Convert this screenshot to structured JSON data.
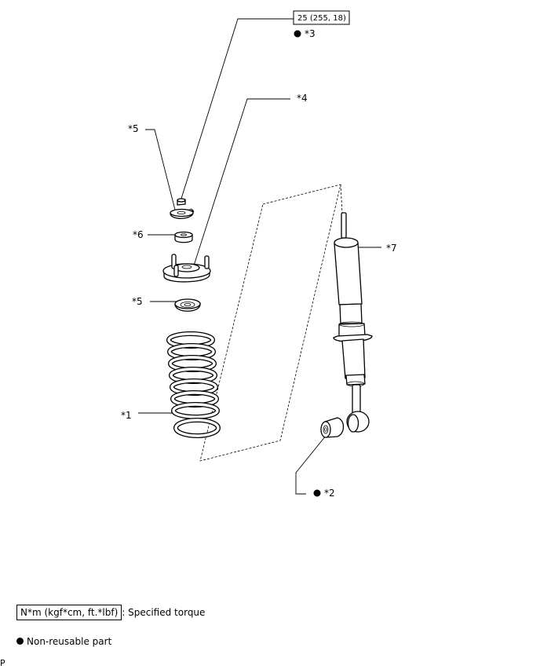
{
  "callouts": {
    "torque": "25 (255, 18)",
    "c3": "*3",
    "c4": "*4",
    "c5_top": "*5",
    "c6": "*6",
    "c5_bottom": "*5",
    "c7": "*7",
    "c1": "*1",
    "c2": "*2"
  },
  "legend": {
    "torque_unit": "N*m (kgf*cm, ft.*lbf)",
    "torque_text": ": Specified torque",
    "non_reusable_text": "Non-reusable part"
  },
  "corner_mark": "P",
  "colors": {
    "line": "#000000",
    "background": "#ffffff"
  },
  "icons": {
    "non_reusable": "filled-circle-icon"
  }
}
